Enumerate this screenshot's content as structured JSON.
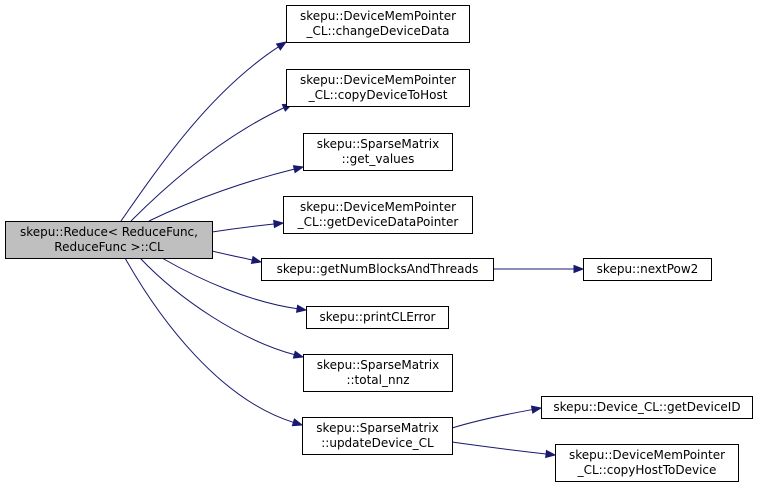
{
  "graph": {
    "root": {
      "lines": [
        "skepu::Reduce< ReduceFunc,",
        "ReduceFunc >::CL"
      ]
    },
    "nodes": [
      {
        "id": "n1",
        "lines": [
          "skepu::DeviceMemPointer",
          "_CL::changeDeviceData"
        ]
      },
      {
        "id": "n2",
        "lines": [
          "skepu::DeviceMemPointer",
          "_CL::copyDeviceToHost"
        ]
      },
      {
        "id": "n3",
        "lines": [
          "skepu::SparseMatrix",
          "::get_values"
        ]
      },
      {
        "id": "n4",
        "lines": [
          "skepu::DeviceMemPointer",
          "_CL::getDeviceDataPointer"
        ]
      },
      {
        "id": "n5",
        "lines": [
          "skepu::getNumBlocksAndThreads"
        ]
      },
      {
        "id": "n6",
        "lines": [
          "skepu::nextPow2"
        ]
      },
      {
        "id": "n7",
        "lines": [
          "skepu::printCLError"
        ]
      },
      {
        "id": "n8",
        "lines": [
          "skepu::SparseMatrix",
          "::total_nnz"
        ]
      },
      {
        "id": "n9",
        "lines": [
          "skepu::SparseMatrix",
          "::updateDevice_CL"
        ]
      },
      {
        "id": "n10",
        "lines": [
          "skepu::Device_CL::getDeviceID"
        ]
      },
      {
        "id": "n11",
        "lines": [
          "skepu::DeviceMemPointer",
          "_CL::copyHostToDevice"
        ]
      }
    ],
    "edges": [
      {
        "from": "root",
        "to": "n1"
      },
      {
        "from": "root",
        "to": "n2"
      },
      {
        "from": "root",
        "to": "n3"
      },
      {
        "from": "root",
        "to": "n4"
      },
      {
        "from": "root",
        "to": "n5"
      },
      {
        "from": "root",
        "to": "n7"
      },
      {
        "from": "root",
        "to": "n8"
      },
      {
        "from": "root",
        "to": "n9"
      },
      {
        "from": "n5",
        "to": "n6"
      },
      {
        "from": "n9",
        "to": "n10"
      },
      {
        "from": "n9",
        "to": "n11"
      }
    ],
    "colors": {
      "edge": "#191970",
      "root_fill": "#bfbfbf",
      "node_fill": "#ffffff",
      "border": "#000000"
    }
  }
}
